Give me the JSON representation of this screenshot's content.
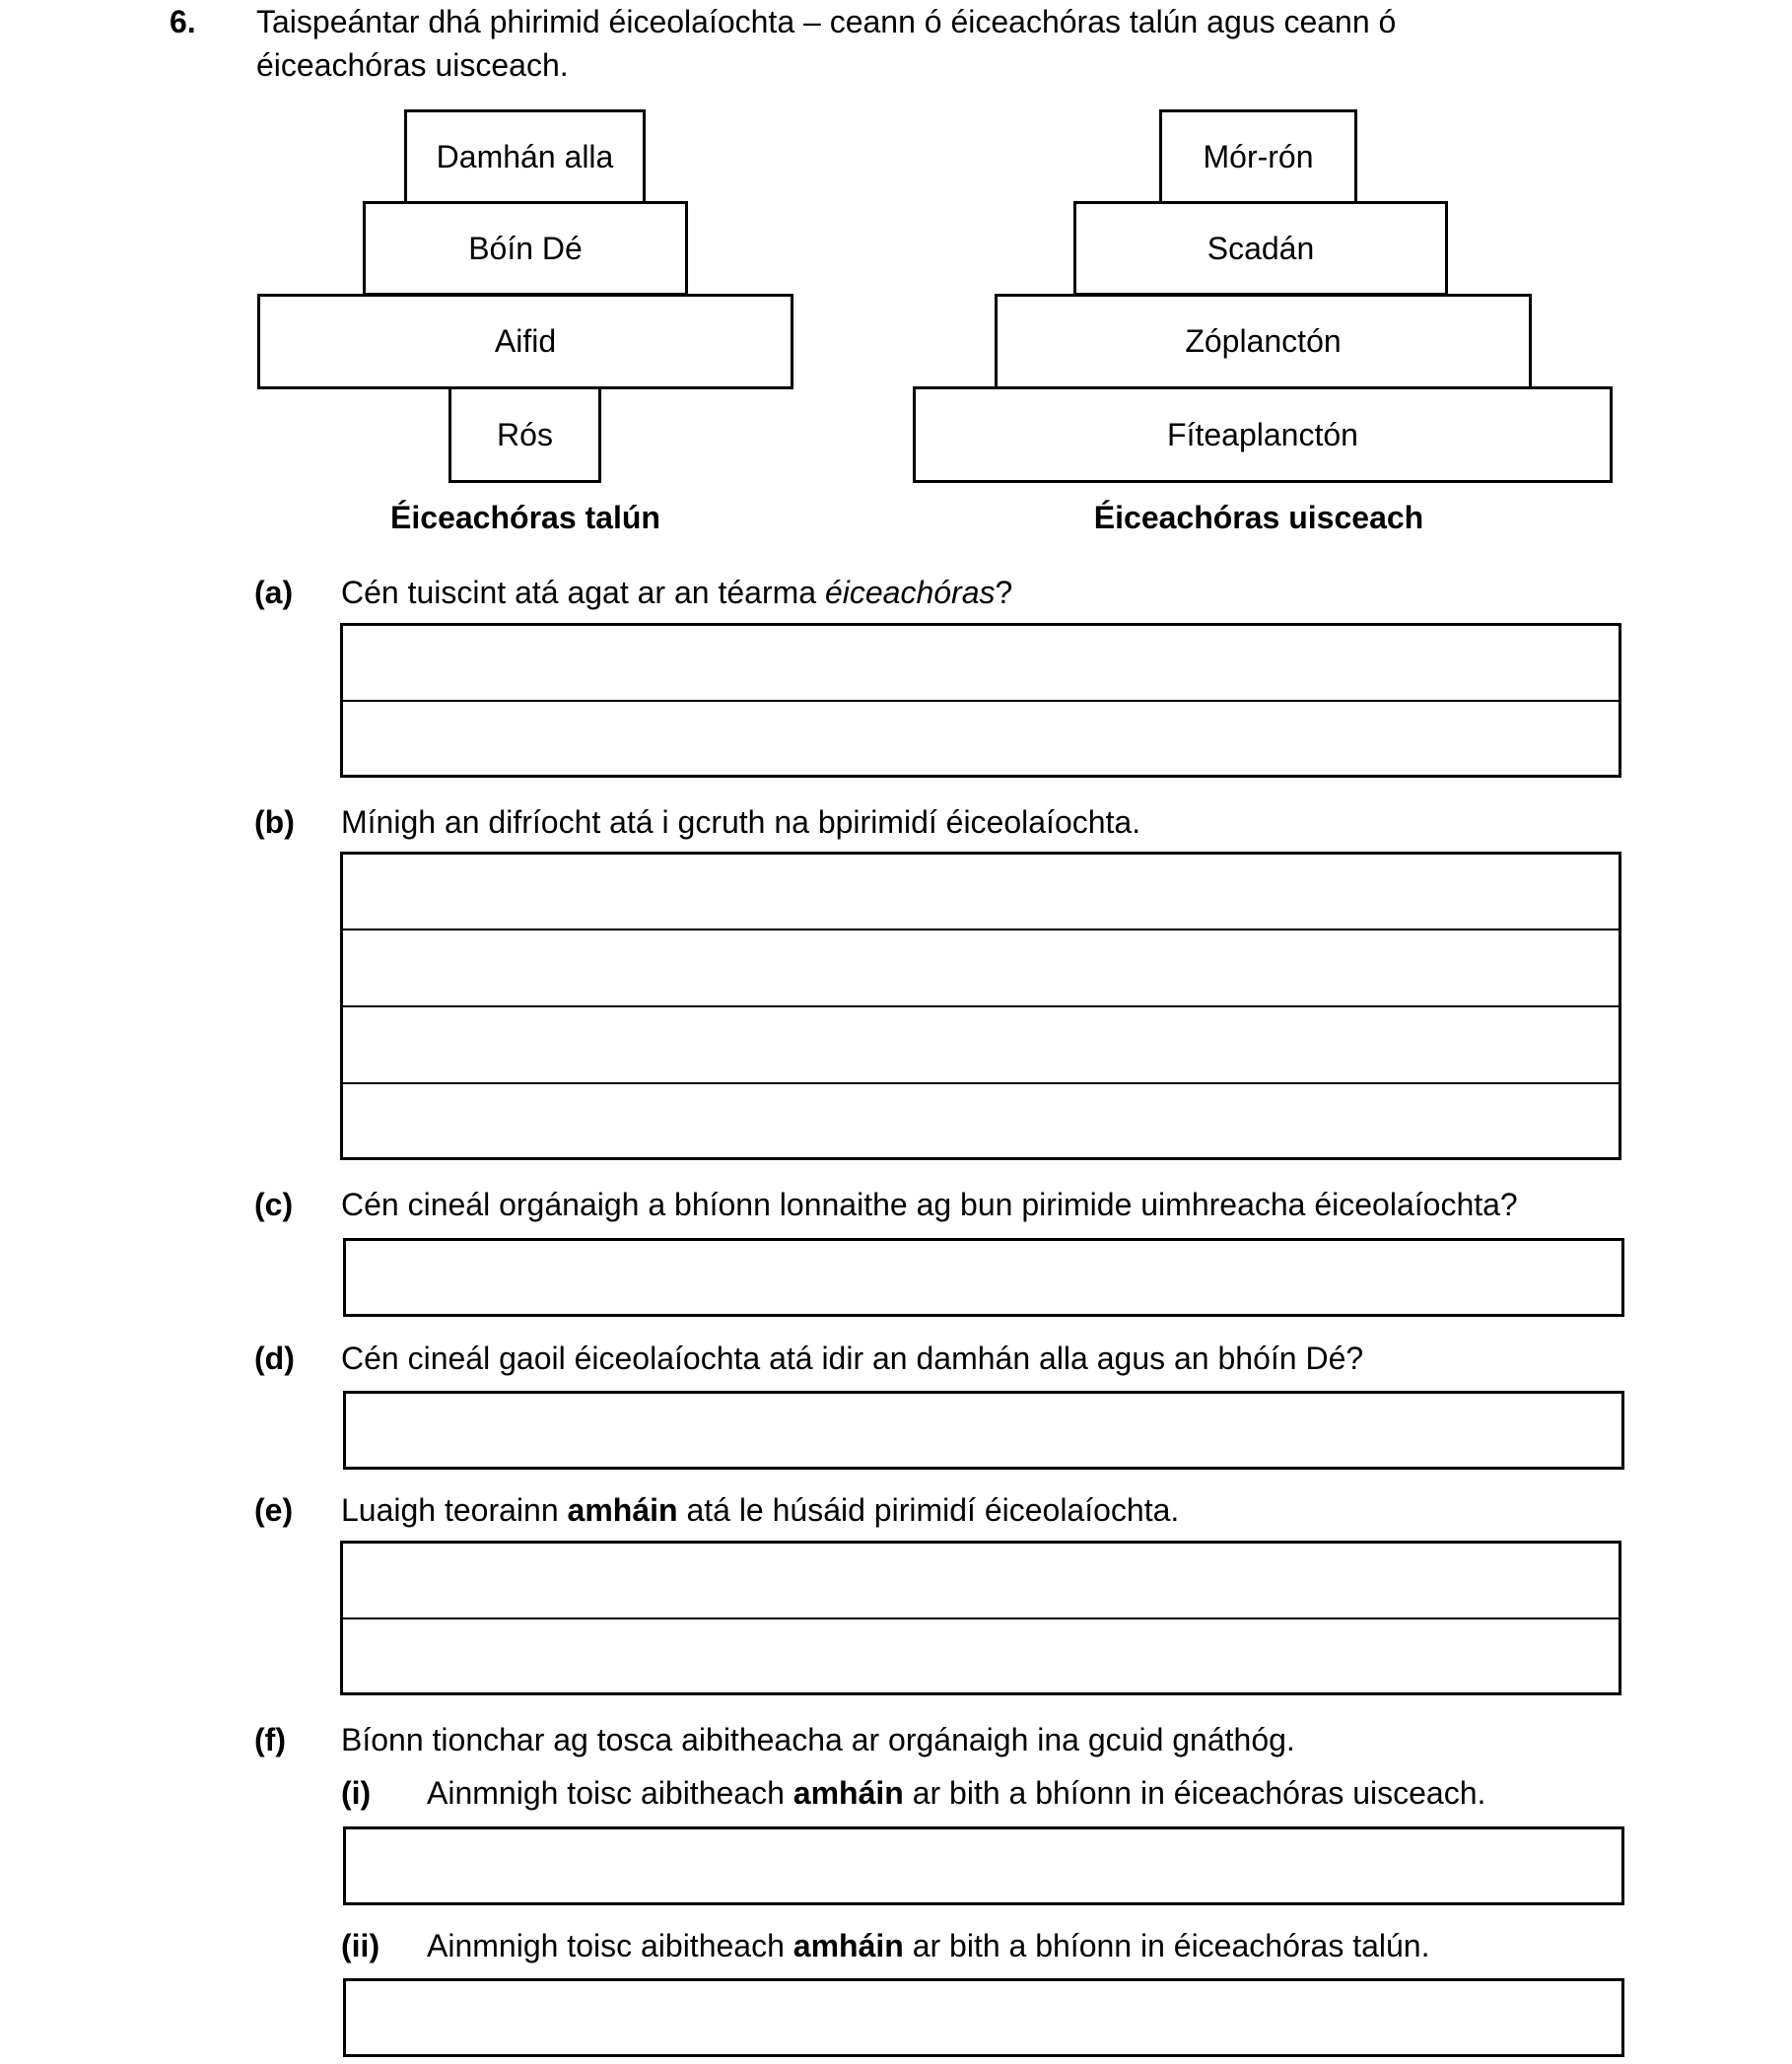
{
  "question": {
    "number": "6.",
    "intro_line1": "Taispeántar dhá phirimid éiceolaíochta – ceann ó éiceachóras talún agus ceann ó",
    "intro_line2": "éiceachóras uisceach."
  },
  "pyramids": {
    "land": {
      "caption": "Éiceachóras talún",
      "levels": [
        "Damhán alla",
        "Bóín Dé",
        "Aifid",
        "Rós"
      ]
    },
    "water": {
      "caption": "Éiceachóras uisceach",
      "levels": [
        "Mór-rón",
        "Scadán",
        "Zóplanctón",
        "Fíteaplanctón"
      ]
    }
  },
  "parts": {
    "a": {
      "label": "(a)",
      "text_before": "Cén tuiscint atá agat ar an téarma ",
      "text_italic": "éiceachóras",
      "text_after": "?"
    },
    "b": {
      "label": "(b)",
      "text": "Mínigh an difríocht atá i gcruth na bpirimidí éiceolaíochta."
    },
    "c": {
      "label": "(c)",
      "text": "Cén cineál orgánaigh a bhíonn lonnaithe ag bun pirimide uimhreacha éiceolaíochta?"
    },
    "d": {
      "label": "(d)",
      "text": "Cén cineál gaoil éiceolaíochta atá idir an damhán alla agus an bhóín Dé?"
    },
    "e": {
      "label": "(e)",
      "text_before": "Luaigh teorainn ",
      "text_bold": "amháin",
      "text_after": " atá le húsáid pirimidí éiceolaíochta."
    },
    "f": {
      "label": "(f)",
      "text": "Bíonn tionchar ag tosca aibitheacha ar orgánaigh ina gcuid gnáthóg.",
      "i": {
        "label": "(i)",
        "text_before": "Ainmnigh toisc aibitheach ",
        "text_bold": "amháin",
        "text_after": " ar bith a bhíonn in éiceachóras uisceach."
      },
      "ii": {
        "label": "(ii)",
        "text_before": "Ainmnigh toisc aibitheach ",
        "text_bold": "amháin",
        "text_after": " ar bith a bhíonn in éiceachóras talún."
      }
    }
  }
}
